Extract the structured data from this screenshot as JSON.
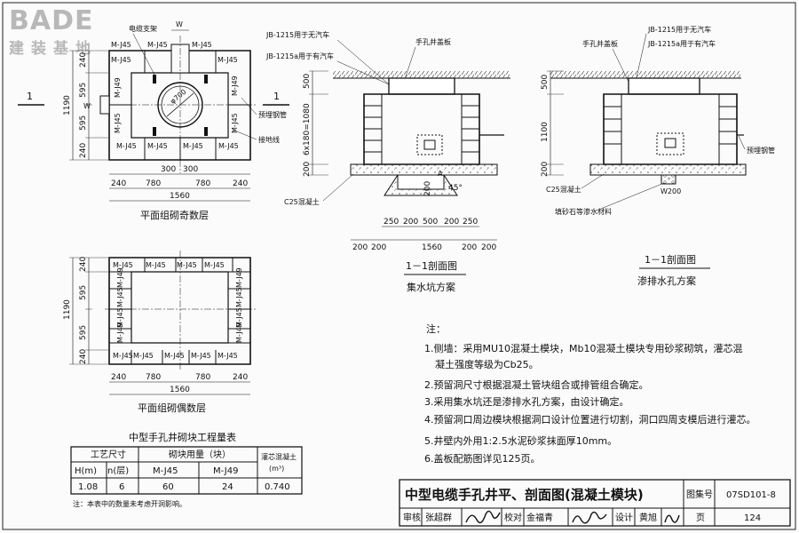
{
  "logo": {
    "brand": "BADE",
    "sub": "建装基地"
  },
  "plan_odd": {
    "title": "平面组砌奇数层",
    "blocks_top": [
      "M-J45",
      "M-J45",
      "M-J45",
      "M-J45"
    ],
    "blocks_bottom": [
      "M-J45",
      "M-J45",
      "M-J45",
      "M-J45"
    ],
    "blocks_left": [
      "M-J49",
      "M-J45",
      "M-J45"
    ],
    "blocks_right": [
      "M-J49",
      "M-J45",
      "M-J45"
    ],
    "left_dims": [
      "240",
      "595",
      "595",
      "240"
    ],
    "left_total": "1190",
    "bottom_dims_a": [
      "300",
      "300"
    ],
    "bottom_dims_b": [
      "240",
      "780",
      "780",
      "240"
    ],
    "bottom_total": "1560",
    "w_label": "W",
    "circle_label": "φ700",
    "callout_1": "电缆支架",
    "callout_2": "预埋钢管",
    "callout_3": "接地线",
    "section_mark": "1"
  },
  "plan_even": {
    "title": "平面组砌偶数层",
    "blocks_top": [
      "M-J45",
      "M-J45",
      "M-J45",
      "M-J45",
      "M-J45"
    ],
    "blocks_bottom": [
      "M-J45",
      "M-J45",
      "M-J45",
      "M-J45",
      "M-J45"
    ],
    "blocks_left": [
      "M-J49",
      "M-J45",
      "M-J45",
      "M-J49"
    ],
    "blocks_right": [
      "M-J49",
      "M-J45",
      "M-J45",
      "M-J49"
    ],
    "left_dims": [
      "240",
      "595",
      "595",
      "240"
    ],
    "left_total": "1190",
    "bottom_dims": [
      "240",
      "780",
      "780",
      "240"
    ],
    "bottom_total": "1560"
  },
  "section_a": {
    "cover_label": "手孔井盖板",
    "jb_1": "JB-1215用于无汽车",
    "jb_2": "JB-1215a用于有汽车",
    "left_dims": [
      "500",
      "6x180=1080",
      "200"
    ],
    "concrete": "C25混凝土",
    "angle": "45°",
    "dim_200": "200",
    "A": "A",
    "bottom_dims_a": [
      "250",
      "200",
      "500",
      "200",
      "250"
    ],
    "bottom_dims_b": [
      "200",
      "200",
      "1560",
      "200",
      "200"
    ],
    "section_title": "1－1剖面图",
    "scheme": "集水坑方案"
  },
  "section_b": {
    "cover_label": "手孔井盖板",
    "jb_1": "JB-1215用于无汽车",
    "jb_2": "JB-1215a用于有汽车",
    "left_dims": [
      "500",
      "1100",
      "200"
    ],
    "pipe": "预埋钢管",
    "concrete": "C25混凝土",
    "w200": "W200",
    "fill": "填砂石等渗水材料",
    "section_title": "1－1剖面图",
    "scheme": "渗排水孔方案"
  },
  "notes": {
    "header": "注：",
    "items": [
      "1.侧墙：采用MU10混凝土模块，Mb10混凝土模块专用砂浆砌筑，灌芯混",
      "凝土强度等级为Cb25。",
      "2.预留洞尺寸根据混凝土管块组合或排管组合确定。",
      "3.采用集水坑还是渗排水孔方案，由设计确定。",
      "4.预留洞口周边模块根据洞口设计位置进行切割，洞口四周支模后进行灌芯。",
      "5.井壁内外用1:2.5水泥砂浆抹面厚10mm。",
      "6.盖板配筋图详见125页。"
    ]
  },
  "table": {
    "title": "中型手孔井砌块工程量表",
    "h_group1": "工艺尺寸",
    "h_group2": "砌块用量（块）",
    "h_grout": "灌芯混凝土",
    "h_grout_unit": "(m³)",
    "h_h": "H(m)",
    "h_n": "n(层)",
    "h_j45": "M-J45",
    "h_j49": "M-J49",
    "row": [
      "1.08",
      "6",
      "60",
      "24",
      "0.740"
    ],
    "footnote": "注：本表中的数量未考虑开洞影响。"
  },
  "titleblock": {
    "title": "中型电缆手孔井平、剖面图(混凝土模块)",
    "atlas_label": "图集号",
    "atlas_no": "07SD101-8",
    "review_label": "审核",
    "reviewer": "张超群",
    "check_label": "校对",
    "checker": "金福青",
    "design_label": "设计",
    "designer": "黄旭",
    "page_label": "页",
    "page_no": "124"
  }
}
